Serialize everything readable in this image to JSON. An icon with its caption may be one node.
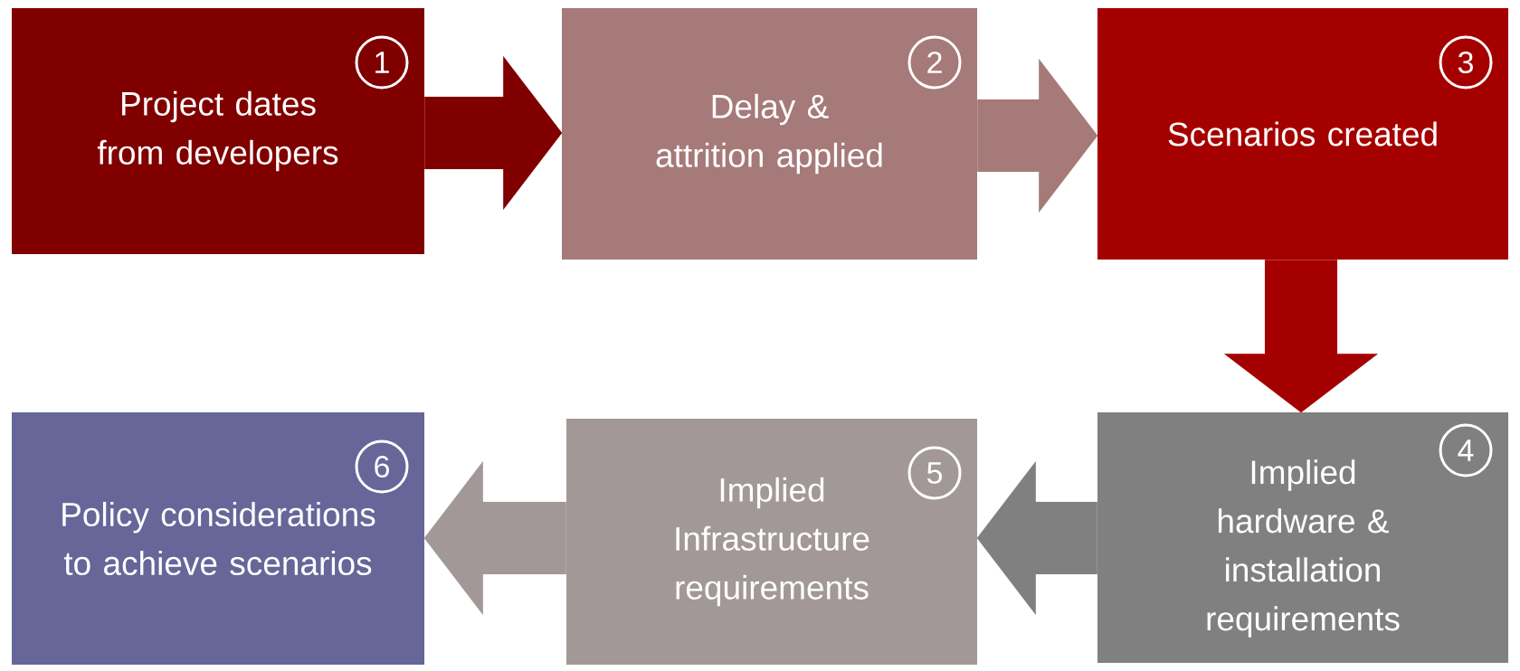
{
  "diagram": {
    "nodes": [
      {
        "text": [
          "1",
          "Project dates from developers"
        ]
      },
      {
        "text": [
          "2",
          "Delay & attrition applied"
        ]
      },
      {
        "text": [
          "3",
          "Scenarios created"
        ]
      },
      {
        "text": [
          "4",
          "Implied hardware & installation requirements"
        ]
      },
      {
        "text": [
          "5",
          "Implied Infrastructure requirements"
        ]
      },
      {
        "text": [
          "6",
          "Policy considerations to achieve scenarios"
        ]
      }
    ],
    "edges": [
      {
        "from": 0,
        "to": 1,
        "arrow": "to",
        "color": "#800000"
      },
      {
        "from": 1,
        "to": 2,
        "arrow": "to",
        "color": "#a57a78"
      },
      {
        "from": 2,
        "to": 3,
        "arrow": "to",
        "color": "#a50000"
      },
      {
        "from": 3,
        "to": 4,
        "arrow": "to",
        "color": "#808080"
      },
      {
        "from": 4,
        "to": 5,
        "arrow": "to",
        "color": "#a39898"
      }
    ]
  }
}
